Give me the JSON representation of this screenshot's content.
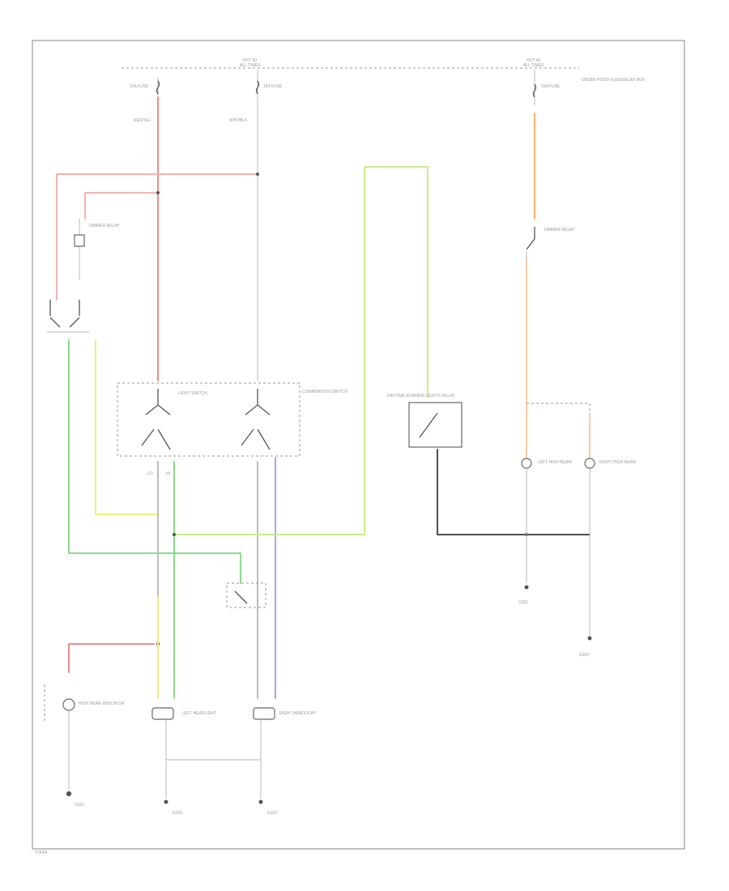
{
  "diagram": {
    "colors": {
      "red": "#f08a8a",
      "pink": "#f4b2b2",
      "yellow": "#eeee7a",
      "green": "#88dd88",
      "light_green": "#c6ef8a",
      "orange": "#f5b26a",
      "light_orange": "#f7c9a4",
      "blue": "#a7a7f2",
      "black": "#505050",
      "white_wire": "#dcdcdc",
      "gray": "#bdbdbd",
      "frame": "#9a9a9a"
    },
    "labels": {
      "top_bus_left": "HOT IN",
      "top_bus_left_2": "ALL TIMES",
      "top_bus_right": "HOT IN",
      "top_bus_right_2": "ALL TIMES",
      "fuse_left": "15A FUSE",
      "fuse_mid": "15A FUSE",
      "fuse_right": "15A FUSE",
      "fuse_box_right": "UNDER HOOD FUSE/RELAY BOX",
      "wire_red_wht": "RED/YEL",
      "wire_wht_blk": "WHT/BLK",
      "dimmer_relay": "DIMMER RELAY",
      "light_switch": "LIGHT SWITCH",
      "combination_switch": "COMBINATION SWITCH",
      "dimmer_relay_right": "DIMMER RELAY",
      "daytime_relay": "DAYTIME RUNNING LIGHTS RELAY",
      "hi": "HI",
      "lo": "LO",
      "left_headlight": "LEFT HEADLIGHT",
      "right_headlight": "RIGHT HEADLIGHT",
      "left_high_beam": "LEFT HIGH BEAM",
      "right_high_beam": "RIGHT HIGH BEAM",
      "high_beam_indicator": "HIGH BEAM INDICATOR",
      "ground_left": "G101",
      "ground_mid": "G201",
      "ground_mid2": "G202",
      "ground_right": "G301",
      "ground_right2": "G302",
      "corner_code": "P3004"
    }
  }
}
